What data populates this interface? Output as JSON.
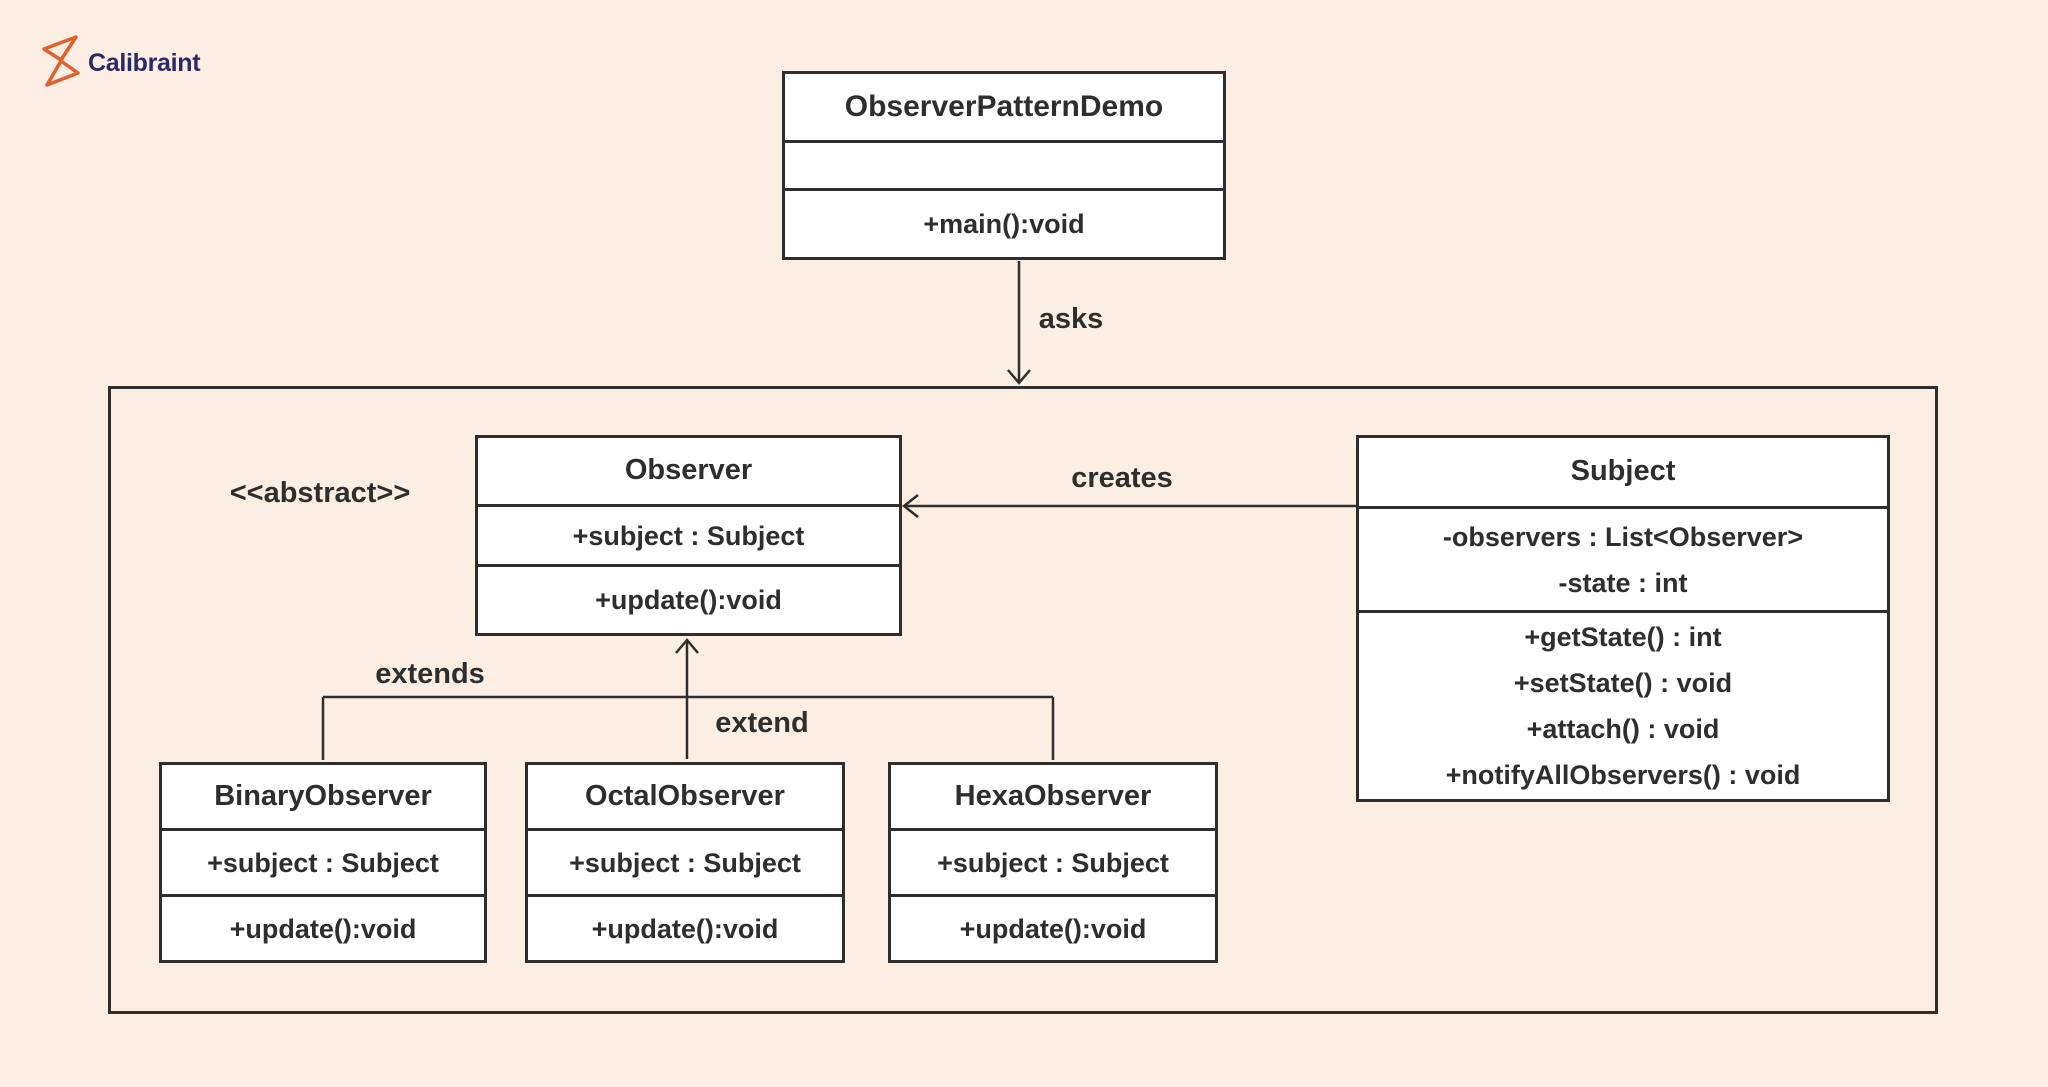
{
  "logo": {
    "text": "Calibraint",
    "icon": "calibraint-bolt-icon",
    "icon_color": "#e0612e",
    "text_color": "#2b2a68"
  },
  "page": {
    "background_color": "#fdeee4",
    "line_color": "#2e2e2e",
    "box_fill_color": "#ffffff"
  },
  "diagram": {
    "classes": {
      "demo": {
        "title": "ObserverPatternDemo",
        "attributes": [],
        "methods": [
          "+main():void"
        ]
      },
      "observer": {
        "title": "Observer",
        "attributes": [
          "+subject : Subject"
        ],
        "methods": [
          "+update():void"
        ]
      },
      "subject": {
        "title": "Subject",
        "attributes": [
          "-observers : List<Observer>",
          "-state : int"
        ],
        "methods": [
          "+getState() : int",
          "+setState() : void",
          "+attach() : void",
          "+notifyAllObservers() : void"
        ]
      },
      "binary": {
        "title": "BinaryObserver",
        "attributes": [
          "+subject : Subject"
        ],
        "methods": [
          "+update():void"
        ]
      },
      "octal": {
        "title": "OctalObserver",
        "attributes": [
          "+subject : Subject"
        ],
        "methods": [
          "+update():void"
        ]
      },
      "hexa": {
        "title": "HexaObserver",
        "attributes": [
          "+subject : Subject"
        ],
        "methods": [
          "+update():void"
        ]
      }
    },
    "labels": {
      "asks": "asks",
      "creates": "creates",
      "abstract": "<<abstract>>",
      "extends": "extends",
      "extend": "extend"
    }
  }
}
